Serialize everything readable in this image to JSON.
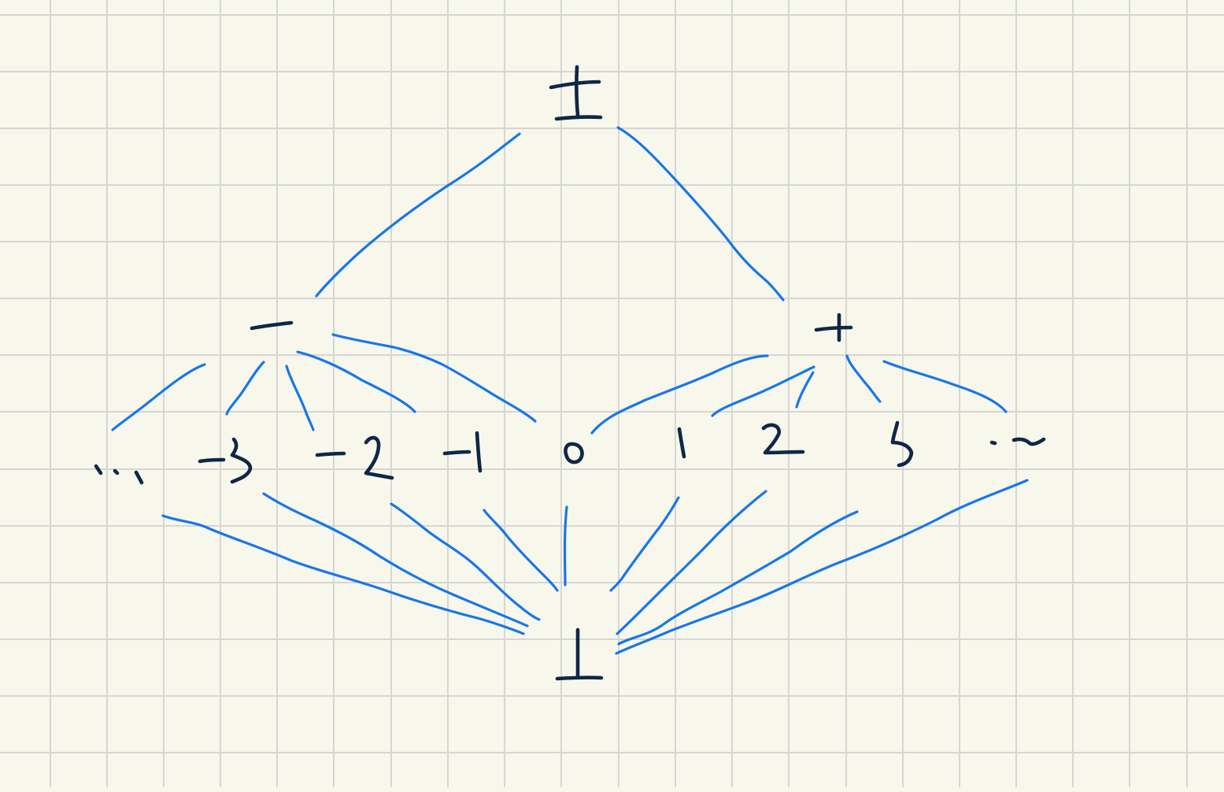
{
  "diagram": {
    "type": "flat-lattice",
    "colors": {
      "paper": "#f8f7ec",
      "grid": "#d6d6d3",
      "edges": "#1877e8",
      "ink": "#0f2746"
    },
    "nodes": {
      "top": "⊤",
      "minus": "−",
      "plus": "+",
      "values": [
        "...",
        "-3",
        "-2",
        "-1",
        "0",
        "1",
        "2",
        "3",
        "..."
      ],
      "bottom": "⊥"
    }
  }
}
